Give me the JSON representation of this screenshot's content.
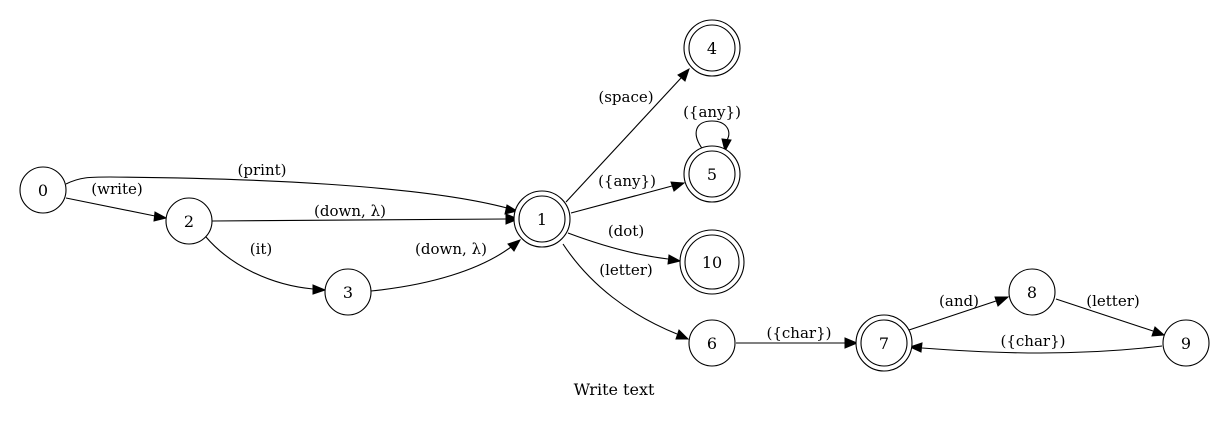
{
  "title": "Write text",
  "states": [
    {
      "id": "0",
      "label": "0",
      "accepting": false
    },
    {
      "id": "1",
      "label": "1",
      "accepting": true
    },
    {
      "id": "2",
      "label": "2",
      "accepting": false
    },
    {
      "id": "3",
      "label": "3",
      "accepting": false
    },
    {
      "id": "4",
      "label": "4",
      "accepting": true
    },
    {
      "id": "5",
      "label": "5",
      "accepting": true
    },
    {
      "id": "6",
      "label": "6",
      "accepting": false
    },
    {
      "id": "7",
      "label": "7",
      "accepting": true
    },
    {
      "id": "8",
      "label": "8",
      "accepting": false
    },
    {
      "id": "9",
      "label": "9",
      "accepting": false
    },
    {
      "id": "10",
      "label": "10",
      "accepting": true
    }
  ],
  "transitions": [
    {
      "from": "0",
      "to": "1",
      "label": "(print)"
    },
    {
      "from": "0",
      "to": "2",
      "label": "(write)"
    },
    {
      "from": "2",
      "to": "1",
      "label": "(down, λ)"
    },
    {
      "from": "2",
      "to": "3",
      "label": "(it)"
    },
    {
      "from": "3",
      "to": "1",
      "label": "(down, λ)"
    },
    {
      "from": "1",
      "to": "4",
      "label": "(space)"
    },
    {
      "from": "1",
      "to": "5",
      "label": "({any})"
    },
    {
      "from": "5",
      "to": "5",
      "label": "({any})"
    },
    {
      "from": "1",
      "to": "10",
      "label": "(dot)"
    },
    {
      "from": "1",
      "to": "6",
      "label": "(letter)"
    },
    {
      "from": "6",
      "to": "7",
      "label": "({char})"
    },
    {
      "from": "7",
      "to": "8",
      "label": "(and)"
    },
    {
      "from": "8",
      "to": "9",
      "label": "(letter)"
    },
    {
      "from": "9",
      "to": "7",
      "label": "({char})"
    }
  ]
}
